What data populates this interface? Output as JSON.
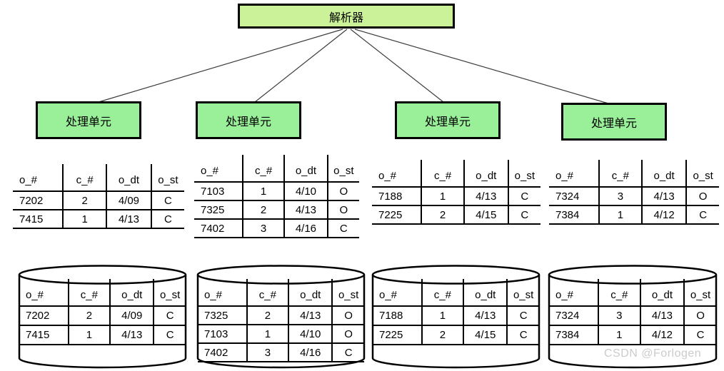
{
  "diagram": {
    "parser_label": "解析器",
    "units": [
      "处理单元",
      "处理单元",
      "处理单元",
      "处理单元"
    ]
  },
  "colors": {
    "parser_fill": "#ccf299",
    "unit_fill": "#99f099",
    "node_border": "#000000",
    "connector": "#3c3c3c",
    "table_line": "#000000",
    "watermark": "#cbcbcb"
  },
  "icons": {
    "database_cylinder": "database-cylinder-shape"
  },
  "table_headers": [
    "o_#",
    "c_#",
    "o_dt",
    "o_st"
  ],
  "partition_tables": [
    {
      "headers": [
        "o_#",
        "c_#",
        "o_dt",
        "o_st"
      ],
      "rows": [
        [
          "7202",
          "2",
          "4/09",
          "C"
        ],
        [
          "7415",
          "1",
          "4/13",
          "C"
        ]
      ]
    },
    {
      "headers": [
        "o_#",
        "c_#",
        "o_dt",
        "o_st"
      ],
      "rows": [
        [
          "7103",
          "1",
          "4/10",
          "O"
        ],
        [
          "7325",
          "2",
          "4/13",
          "O"
        ],
        [
          "7402",
          "3",
          "4/16",
          "C"
        ]
      ]
    },
    {
      "headers": [
        "o_#",
        "c_#",
        "o_dt",
        "o_st"
      ],
      "rows": [
        [
          "7188",
          "1",
          "4/13",
          "C"
        ],
        [
          "7225",
          "2",
          "4/15",
          "C"
        ]
      ]
    },
    {
      "headers": [
        "o_#",
        "c_#",
        "o_dt",
        "o_st"
      ],
      "rows": [
        [
          "7324",
          "3",
          "4/13",
          "O"
        ],
        [
          "7384",
          "1",
          "4/12",
          "C"
        ]
      ]
    }
  ],
  "storage_tables": [
    {
      "headers": [
        "o_#",
        "c_#",
        "o_dt",
        "o_st"
      ],
      "rows": [
        [
          "7202",
          "2",
          "4/09",
          "C"
        ],
        [
          "7415",
          "1",
          "4/13",
          "C"
        ]
      ]
    },
    {
      "headers": [
        "o_#",
        "c_#",
        "o_dt",
        "o_st"
      ],
      "rows": [
        [
          "7325",
          "2",
          "4/13",
          "O"
        ],
        [
          "7103",
          "1",
          "4/10",
          "O"
        ],
        [
          "7402",
          "3",
          "4/16",
          "C"
        ]
      ]
    },
    {
      "headers": [
        "o_#",
        "c_#",
        "o_dt",
        "o_st"
      ],
      "rows": [
        [
          "7188",
          "1",
          "4/13",
          "C"
        ],
        [
          "7225",
          "2",
          "4/15",
          "C"
        ]
      ]
    },
    {
      "headers": [
        "o_#",
        "c_#",
        "o_dt",
        "o_st"
      ],
      "rows": [
        [
          "7324",
          "3",
          "4/13",
          "O"
        ],
        [
          "7384",
          "1",
          "4/12",
          "C"
        ]
      ]
    }
  ],
  "watermark": "CSDN @Forlogen"
}
